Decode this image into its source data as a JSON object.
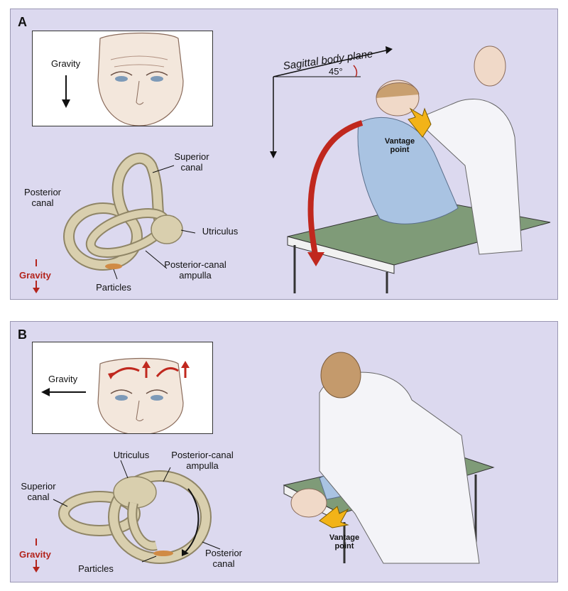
{
  "panel_a": {
    "letter": "A",
    "inset_gravity": "Gravity",
    "labels": {
      "superior_canal": "Superior canal",
      "posterior_canal": "Posterior canal",
      "utriculus": "Utriculus",
      "posterior_canal_ampulla": "Posterior-canal ampulla",
      "particles": "Particles",
      "gravity": "Gravity"
    },
    "sagittal_plane": "Sagittal body plane",
    "angle": "45°",
    "vantage_point": "Vantage point"
  },
  "panel_b": {
    "letter": "B",
    "inset_gravity": "Gravity",
    "labels": {
      "utriculus": "Utriculus",
      "posterior_canal_ampulla": "Posterior-canal ampulla",
      "superior_canal": "Superior canal",
      "posterior_canal": "Posterior canal",
      "particles": "Particles",
      "gravity": "Gravity"
    },
    "vantage_point": "Vantage point"
  },
  "colors": {
    "panel_bg": "#dcd9ef",
    "canal": "#d9cfae",
    "arrow_red": "#c0281e",
    "arrow_yellow": "#f2b318",
    "table_top": "#7f9b78",
    "coat": "#f4f4f8",
    "gown": "#a9c3e2"
  }
}
